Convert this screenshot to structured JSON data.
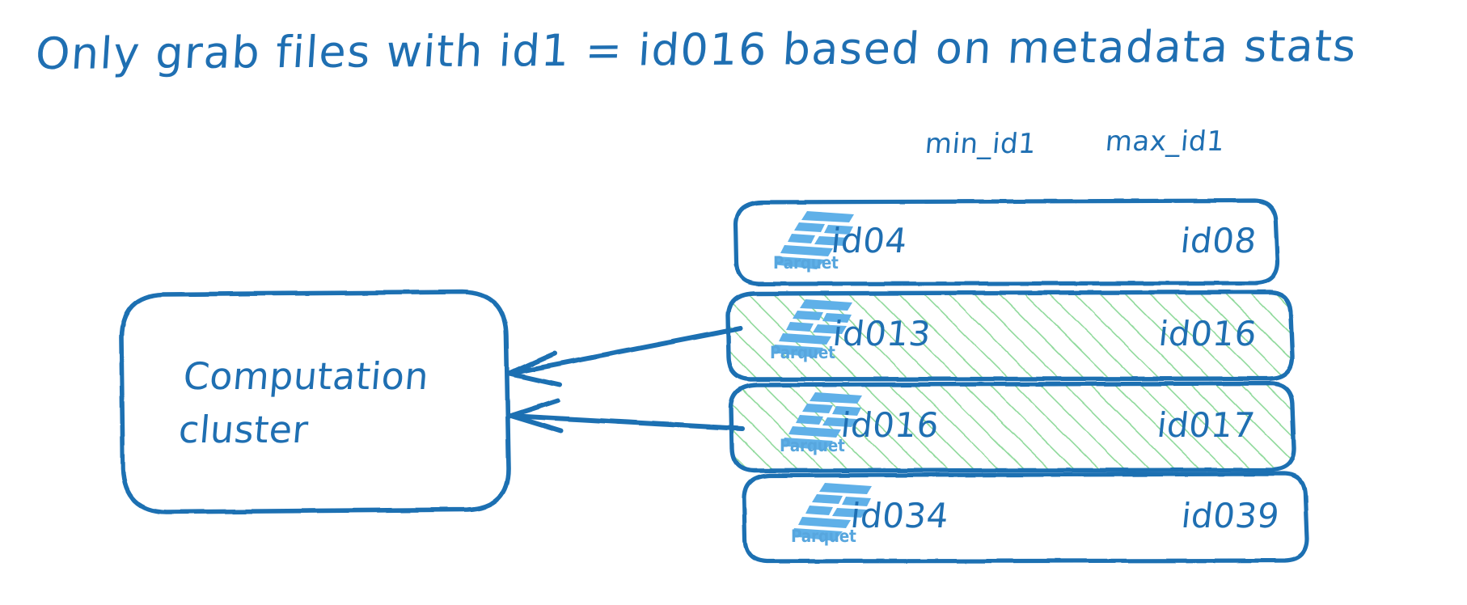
{
  "title": "Only grab files with id1 = id016 based on metadata stats",
  "palette": {
    "stroke_blue": "#1f6fb2",
    "text_blue": "#1f6fb2",
    "logo_blue": "#57a6de",
    "logo_plank_blue": "#5fb0e8",
    "highlight_green": "#8ed99a",
    "background": "#ffffff"
  },
  "columns": {
    "min_label": "min_id1",
    "max_label": "max_id1"
  },
  "cluster": {
    "line1": "Computation",
    "line2": "cluster"
  },
  "logo": {
    "wordmark": "Parquet",
    "icon_name": "parquet-logo-icon"
  },
  "files": [
    {
      "min_id1": "id04",
      "max_id1": "id08",
      "selected": false
    },
    {
      "min_id1": "id013",
      "max_id1": "id016",
      "selected": true
    },
    {
      "min_id1": "id016",
      "max_id1": "id017",
      "selected": true
    },
    {
      "min_id1": "id034",
      "max_id1": "id039",
      "selected": false
    }
  ],
  "arrows": [
    {
      "from_file_index": 1,
      "to": "computation-cluster"
    },
    {
      "from_file_index": 2,
      "to": "computation-cluster"
    }
  ]
}
